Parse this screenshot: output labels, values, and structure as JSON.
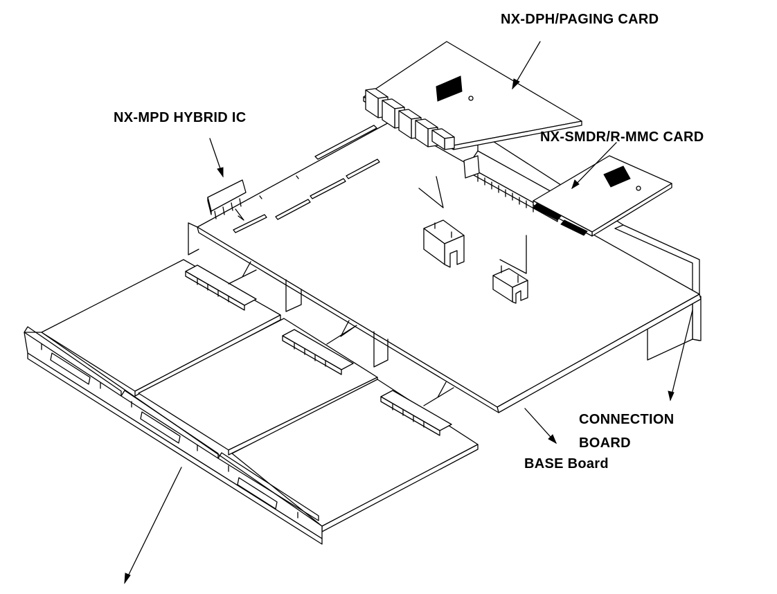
{
  "labels": {
    "paging_card": "NX-DPH/PAGING CARD",
    "hybrid_ic": "NX-MPD HYBRID IC",
    "smdr_card": "NX-SMDR/R-MMC CARD",
    "connection_board_line1": "CONNECTION",
    "connection_board_line2": "BOARD",
    "base_board": "BASE Board"
  },
  "colors": {
    "line": "#000000",
    "background": "#ffffff"
  }
}
